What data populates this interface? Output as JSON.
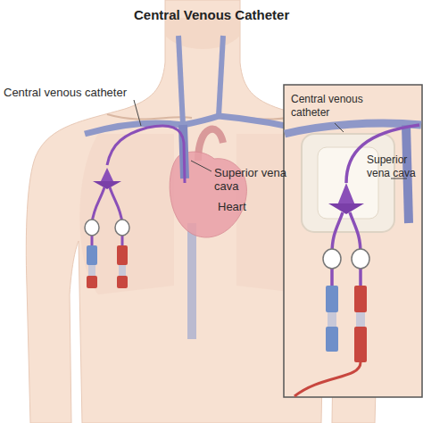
{
  "diagram": {
    "title": "Central Venous Catheter",
    "labels": [
      "Central venous catheter",
      "Superior vena cava",
      "Heart",
      "Central venous catheter",
      "Superior vena cava"
    ]
  }
}
